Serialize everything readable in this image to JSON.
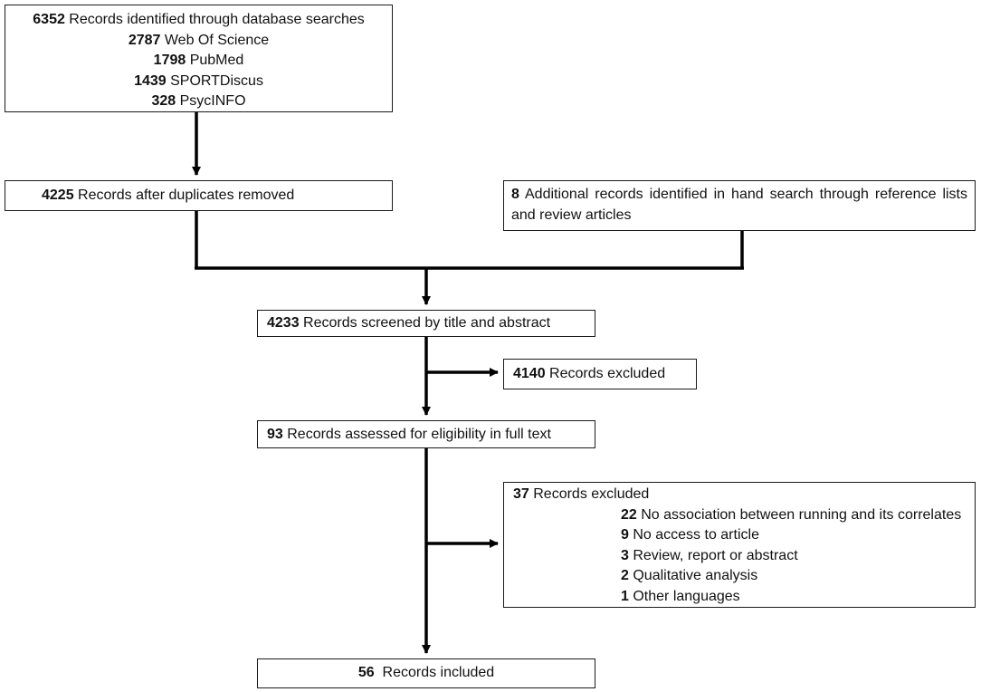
{
  "db_search": {
    "lines": [
      {
        "num": "6352",
        "text": " Records identified through database searches"
      },
      {
        "num": "2787",
        "text": " Web Of Science"
      },
      {
        "num": "1798",
        "text": " PubMed"
      },
      {
        "num": "1439",
        "text": " SPORTDiscus"
      },
      {
        "num": "328",
        "text": " PsycINFO"
      }
    ]
  },
  "after_duplicates": {
    "num": "4225",
    "text": " Records after duplicates removed"
  },
  "additional": {
    "num": "8",
    "text": "  Additional records identified in hand search through reference lists and review articles"
  },
  "screened": {
    "num": "4233",
    "text": "  Records screened by title and abstract"
  },
  "excluded_1": {
    "num": "4140",
    "text": " Records excluded"
  },
  "assessed": {
    "num": "93",
    "text": " Records assessed for eligibility in full text"
  },
  "excluded_2": {
    "header": {
      "num": "37",
      "text": " Records excluded"
    },
    "reasons": [
      {
        "num": "22",
        "text": " No association between running and its correlates"
      },
      {
        "num": "9",
        "text": " No access to article"
      },
      {
        "num": "3",
        "text": " Review, report or abstract"
      },
      {
        "num": "2",
        "text": " Qualitative analysis"
      },
      {
        "num": "1",
        "text": " Other languages"
      }
    ]
  },
  "included": {
    "num": "56",
    "text": "  Records included"
  },
  "colors": {
    "stroke": "#000000",
    "box_border": "#1a1a1a",
    "background": "#ffffff"
  }
}
